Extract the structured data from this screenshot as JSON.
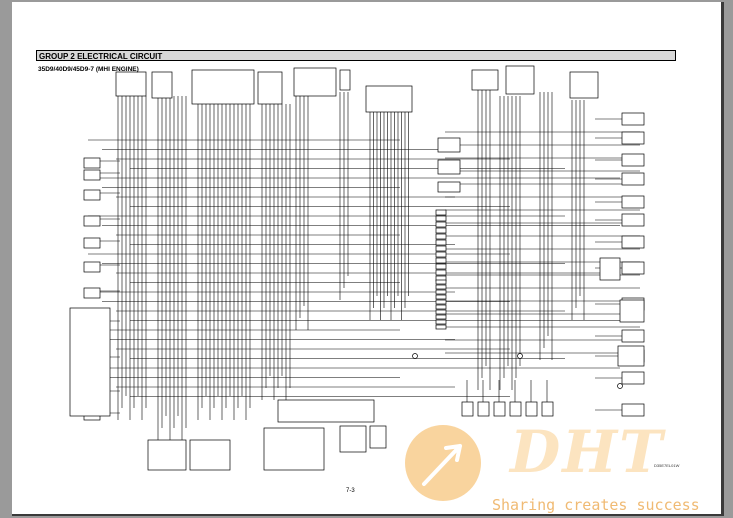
{
  "document": {
    "group_title": "GROUP  2  ELECTRICAL CIRCUIT",
    "subtitle": "35D9/40D9/45D9-7 (MHI ENGINE)",
    "page_number": "7-3",
    "figure_code": "D35E7EL01W"
  },
  "watermark": {
    "brand": "DHT",
    "tagline": "Sharing creates success",
    "logo_color": "#f7c57e"
  },
  "colors": {
    "page_background": "#ffffff",
    "viewer_background": "#9a9a9a",
    "line": "#000000",
    "title_bar_fill": "#d8d8d8"
  }
}
